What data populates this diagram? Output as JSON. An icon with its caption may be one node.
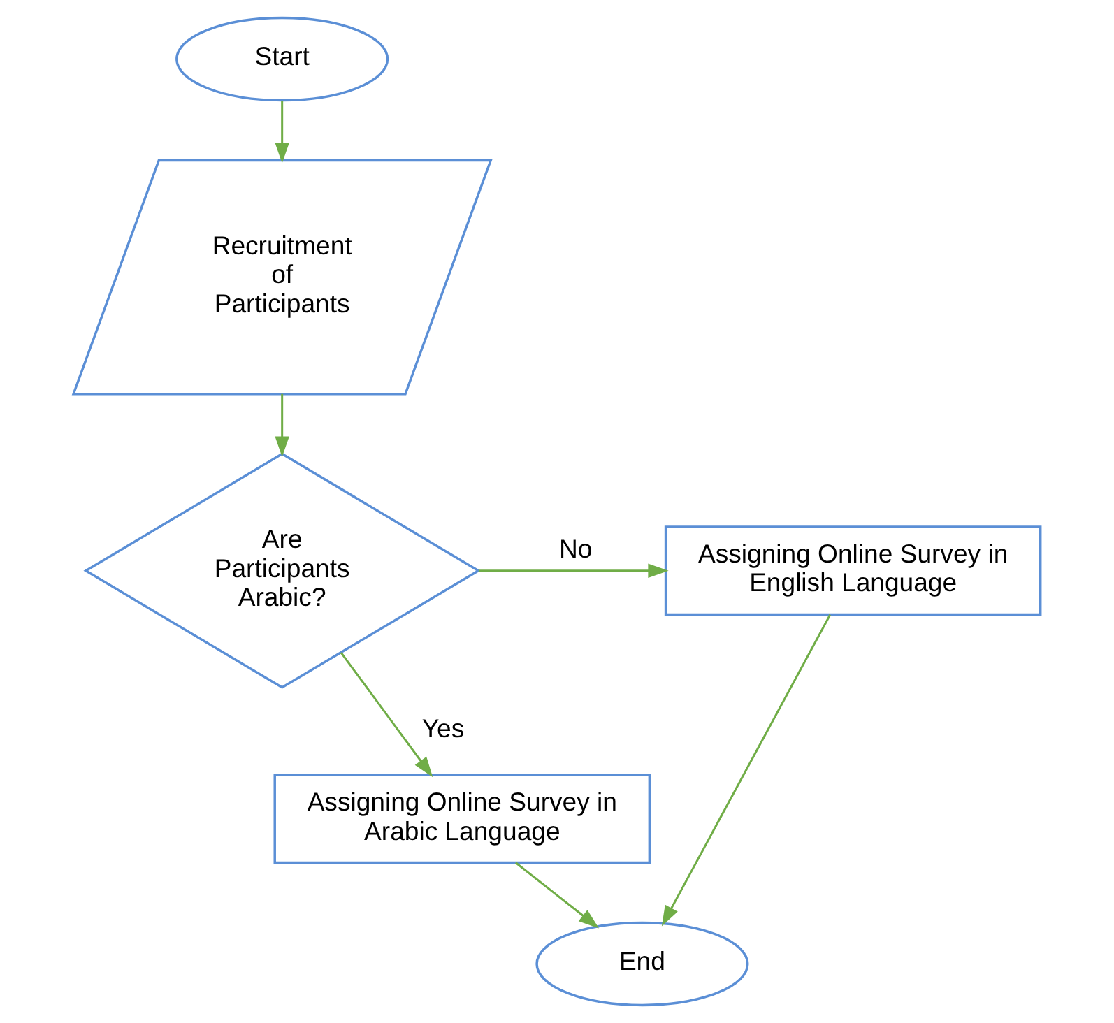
{
  "diagram": {
    "nodes": [
      {
        "text": [
          "Start"
        ]
      },
      {
        "text": [
          "Recruitment of Participants"
        ]
      },
      {
        "text": [
          "Are Participants Arabic?"
        ]
      },
      {
        "text": [
          "Assigning Online Survey in English Language"
        ]
      },
      {
        "text": [
          "Assigning Online Survey in Arabic Language"
        ]
      },
      {
        "text": [
          "End"
        ]
      }
    ],
    "edges": [
      {
        "from": 0,
        "to": 1,
        "arrow": "to"
      },
      {
        "from": 1,
        "to": 2,
        "arrow": "to"
      },
      {
        "from": 2,
        "to": 3,
        "arrow": "to",
        "label": "No"
      },
      {
        "from": 2,
        "to": 4,
        "arrow": "to",
        "label": "Yes"
      },
      {
        "from": 4,
        "to": 5,
        "arrow": "to"
      },
      {
        "from": 3,
        "to": 5,
        "arrow": "to"
      }
    ]
  }
}
